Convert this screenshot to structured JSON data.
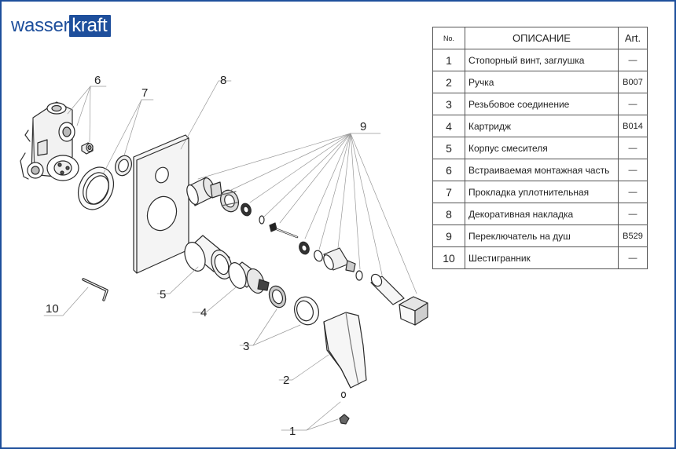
{
  "brand": {
    "part1": "wasser",
    "part2": "kraft",
    "color": "#1e4f9c"
  },
  "table": {
    "headers": {
      "no": "No.",
      "description": "ОПИСАНИЕ",
      "art": "Art."
    },
    "rows": [
      {
        "no": "1",
        "description": "Стопорный винт, заглушка",
        "art": "—"
      },
      {
        "no": "2",
        "description": "Ручка",
        "art": "B007"
      },
      {
        "no": "3",
        "description": "Резьбовое соединение",
        "art": "—"
      },
      {
        "no": "4",
        "description": "Картридж",
        "art": "B014"
      },
      {
        "no": "5",
        "description": "Корпус смесителя",
        "art": "—"
      },
      {
        "no": "6",
        "description": "Встраиваемая монтажная часть",
        "art": "—"
      },
      {
        "no": "7",
        "description": "Прокладка уплотнительная",
        "art": "—"
      },
      {
        "no": "8",
        "description": "Декоративная накладка",
        "art": "—"
      },
      {
        "no": "9",
        "description": "Переключатель на душ",
        "art": "B529"
      },
      {
        "no": "10",
        "description": "Шестигранник",
        "art": "—"
      }
    ]
  },
  "callouts": {
    "c1": "1",
    "c2": "2",
    "c3": "3",
    "c4": "4",
    "c5": "5",
    "c6": "6",
    "c7": "7",
    "c8": "8",
    "c9": "9",
    "c10": "10"
  }
}
